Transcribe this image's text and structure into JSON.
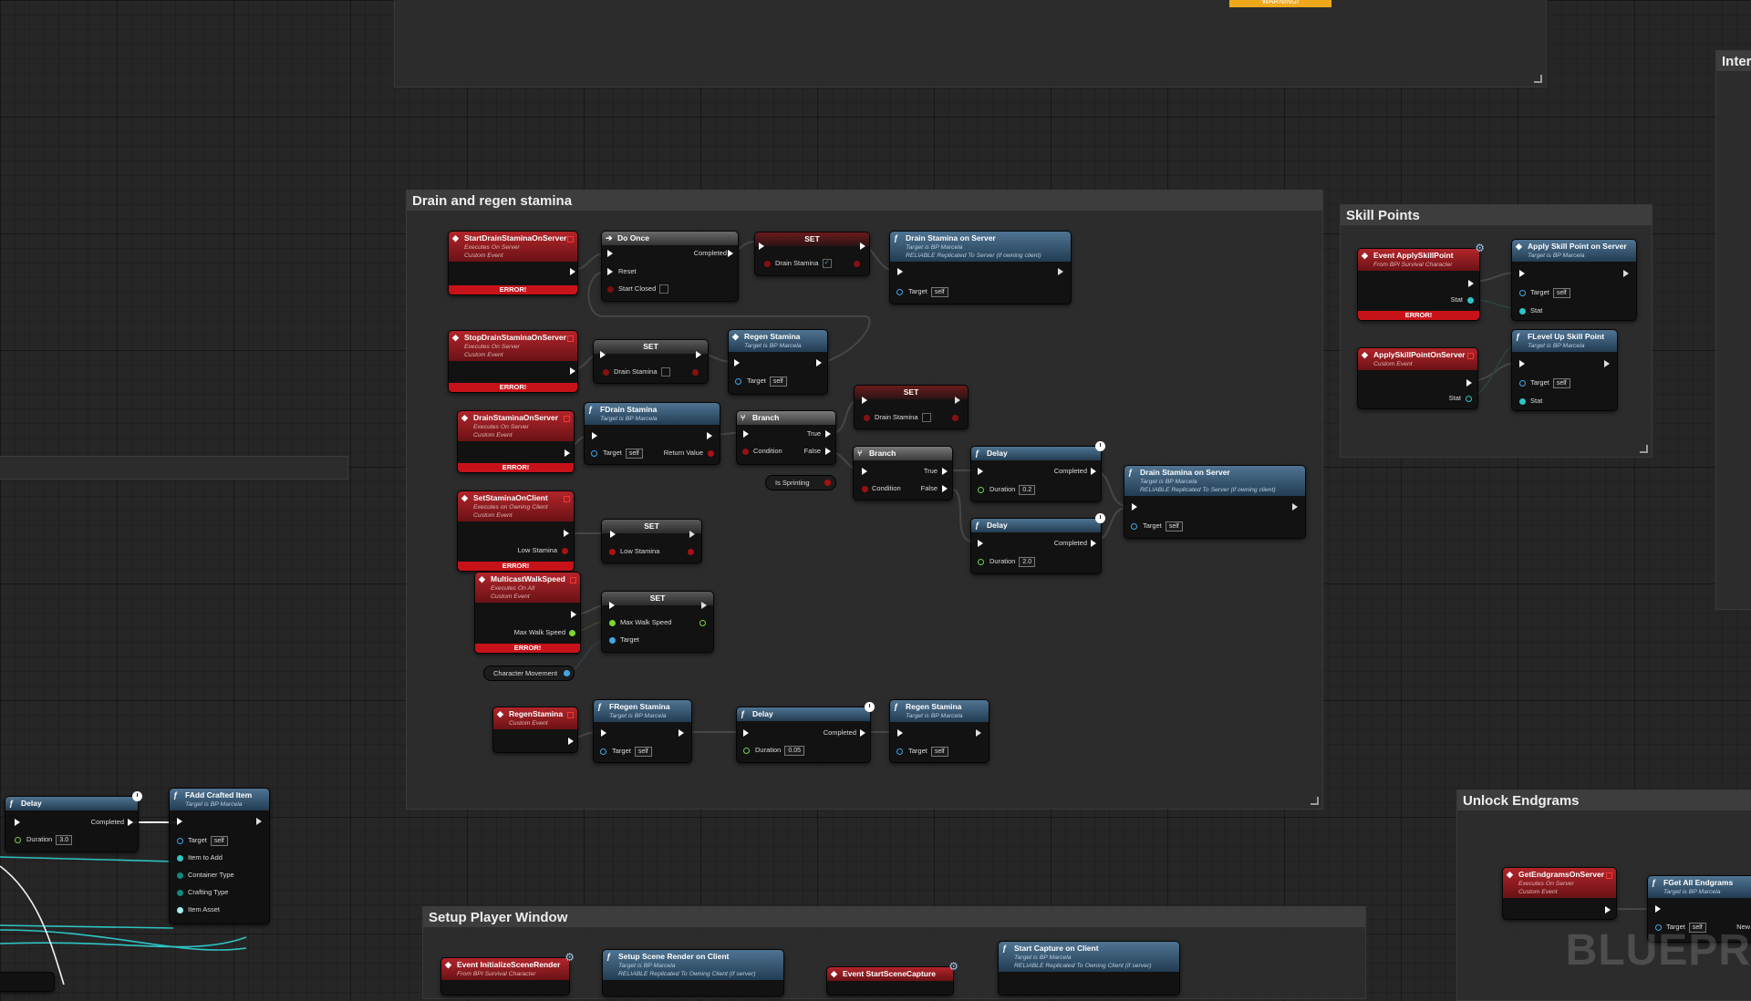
{
  "warning": "WARNING!",
  "comments": {
    "drain": "Drain and regen stamina",
    "skill": "Skill Points",
    "endgrams": "Unlock Endgrams",
    "setup": "Setup Player Window",
    "inter": "Inter"
  },
  "common": {
    "error": "ERROR!",
    "target": "Target",
    "self": "self",
    "completed": "Completed",
    "duration": "Duration",
    "condition": "Condition",
    "true": "True",
    "false": "False",
    "set": "SET",
    "stat": "Stat",
    "exec_on_server": "Executes On Server",
    "custom_event": "Custom Event",
    "target_bp_marcela": "Target is BP Marcela",
    "reliable_server": "RELIABLE Replicated To Server (if owning client)"
  },
  "nodes": {
    "start_drain": "StartDrainStaminaOnServer",
    "do_once": "Do Once",
    "reset": "Reset",
    "start_closed": "Start Closed",
    "drain_stamina_var": "Drain Stamina",
    "drain_on_server": "Drain Stamina on Server",
    "stop_drain": "StopDrainStaminaOnServer",
    "regen_stamina": "Regen Stamina",
    "drain_on_server_evt": "DrainStaminaOnServer",
    "fdrain": "FDrain Stamina",
    "return_value": "Return Value",
    "branch": "Branch",
    "is_sprinting": "Is Sprinting",
    "delay": "Delay",
    "dur_02": "0.2",
    "dur_20": "2.0",
    "dur_005": "0.05",
    "dur_30": "3.0",
    "set_stamina_client": "SetStaminaOnClient",
    "exec_owning_client": "Executes on Owning Client",
    "low_stamina": "Low Stamina",
    "multicast": "MulticastWalkSpeed",
    "exec_on_all": "Executes On All",
    "max_walk_speed": "Max Walk Speed",
    "character_movement": "Character Movement",
    "regen_evt": "RegenStamina",
    "fregen": "FRegen Stamina",
    "event_apply_skill": "Event ApplySkillPoint",
    "from_bpi": "From BPI Survival Character",
    "apply_skill_server": "Apply Skill Point on Server",
    "apply_skill_on_server": "ApplySkillPointOnServer",
    "flevel_up": "FLevel Up Skill Point",
    "fadd_crafted": "FAdd Crafted Item",
    "item_to_add": "Item to Add",
    "container_type": "Container Type",
    "crafting_type": "Crafting Type",
    "item_asset": "Item Asset",
    "get_endgrams": "GetEndgramsOnServer",
    "fget_all_endgrams": "FGet All Endgrams",
    "new_param": "New Para",
    "event_init_scene": "Event InitializeSceneRender",
    "setup_scene_render": "Setup Scene Render on Client",
    "reliable_client": "RELIABLE Replicated To Owning Client (if server)",
    "event_start_capture": "Event StartSceneCapture",
    "start_capture_client": "Start Capture on Client"
  },
  "watermark": "BLUEPR"
}
